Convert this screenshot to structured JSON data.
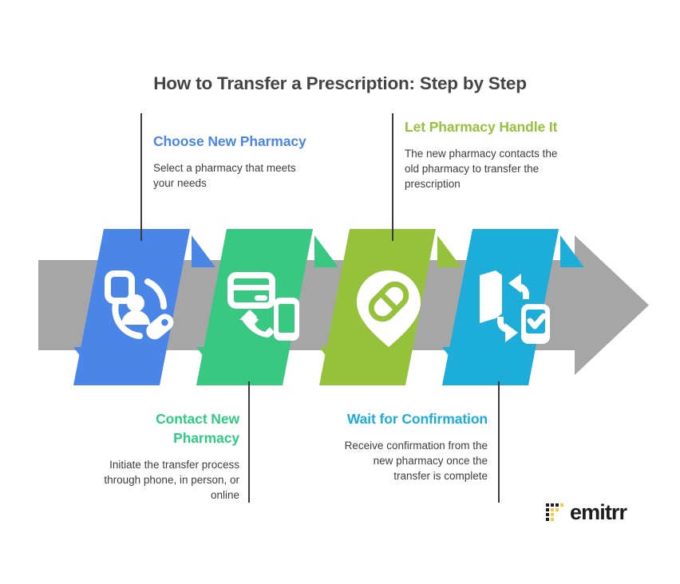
{
  "title": "How to Transfer a Prescription: Step by Step",
  "colors": {
    "blue": "#4a86e8",
    "green": "#39c882",
    "olive": "#95c23a",
    "cyan": "#1cadd8",
    "gray": "#a6a6a6",
    "title_text": "#444444",
    "body_text": "#3d3d3d",
    "connector": "#3b3b3b",
    "logo_yellow": "#f5c944",
    "logo_black": "#1d1d1d"
  },
  "steps": [
    {
      "id": "choose-new-pharmacy",
      "heading": "Choose New Pharmacy",
      "body": "Select a pharmacy that meets your needs",
      "color": "#4a86e8",
      "icon": "person-document-pill-icon",
      "position": "top"
    },
    {
      "id": "contact-new-pharmacy",
      "heading": "Contact New Pharmacy",
      "body": "Initiate the transfer process through phone, in person, or online",
      "color": "#39c882",
      "icon": "card-phone-handset-icon",
      "position": "bottom"
    },
    {
      "id": "let-pharmacy-handle-it",
      "heading": "Let Pharmacy Handle It",
      "body": "The new pharmacy contacts the old pharmacy to transfer the prescription",
      "color": "#95c23a",
      "icon": "map-pin-pill-icon",
      "position": "top"
    },
    {
      "id": "wait-for-confirmation",
      "heading": "Wait for Confirmation",
      "body": "Receive confirmation from the new pharmacy once the transfer is complete",
      "color": "#1cadd8",
      "icon": "transfer-arrows-phone-check-icon",
      "position": "bottom"
    }
  ],
  "logo": {
    "wordmark": "emitrr",
    "mark": "emitrr-dot-grid-icon"
  }
}
